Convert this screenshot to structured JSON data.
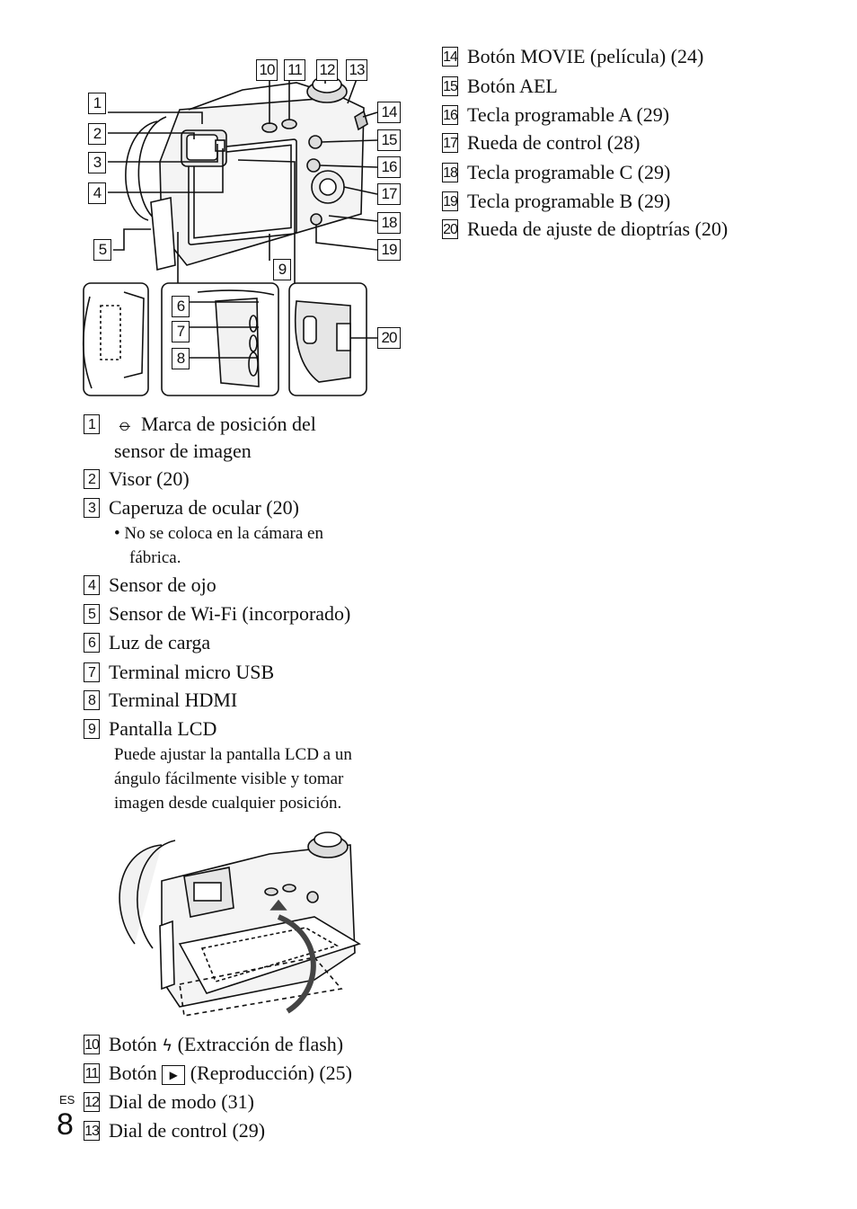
{
  "callouts": [
    "1",
    "2",
    "3",
    "4",
    "5",
    "6",
    "7",
    "8",
    "9",
    "10",
    "11",
    "12",
    "13",
    "14",
    "15",
    "16",
    "17",
    "18",
    "19",
    "20"
  ],
  "items": {
    "i1": {
      "num": "1",
      "symbol": "⦵",
      "line1": "Marca de posición del",
      "line2": "sensor de imagen"
    },
    "i2": {
      "num": "2",
      "text": "Visor (20)"
    },
    "i3": {
      "num": "3",
      "text": "Caperuza de ocular (20)",
      "note_line1": "• No se coloca en la cámara en",
      "note_line2": "fábrica."
    },
    "i4": {
      "num": "4",
      "text": "Sensor de ojo"
    },
    "i5": {
      "num": "5",
      "text": "Sensor de Wi-Fi (incorporado)"
    },
    "i6": {
      "num": "6",
      "text": "Luz de carga"
    },
    "i7": {
      "num": "7",
      "text": "Terminal micro USB"
    },
    "i8": {
      "num": "8",
      "text": "Terminal HDMI"
    },
    "i9": {
      "num": "9",
      "text": "Pantalla LCD",
      "desc_line1": "Puede ajustar la pantalla LCD a un",
      "desc_line2": "ángulo fácilmente visible y tomar",
      "desc_line3": "imagen desde cualquier posición."
    },
    "i10": {
      "num": "10",
      "prefix": "Botón",
      "symbol": "ϟ",
      "text": "(Extracción de flash)"
    },
    "i11": {
      "num": "11",
      "prefix": "Botón",
      "symbol": "▶",
      "text": "(Reproducción) (25)"
    },
    "i12": {
      "num": "12",
      "text": "Dial de modo (31)"
    },
    "i13": {
      "num": "13",
      "text": "Dial de control (29)"
    },
    "i14": {
      "num": "14",
      "text": "Botón MOVIE (película) (24)"
    },
    "i15": {
      "num": "15",
      "text": "Botón AEL"
    },
    "i16": {
      "num": "16",
      "text": "Tecla programable A (29)"
    },
    "i17": {
      "num": "17",
      "text": "Rueda de control (28)"
    },
    "i18": {
      "num": "18",
      "text": "Tecla programable C (29)"
    },
    "i19": {
      "num": "19",
      "text": "Tecla programable B (29)"
    },
    "i20": {
      "num": "20",
      "text": "Rueda de ajuste de dioptrías (20)"
    }
  },
  "footer": {
    "lang": "ES",
    "page": "8"
  }
}
